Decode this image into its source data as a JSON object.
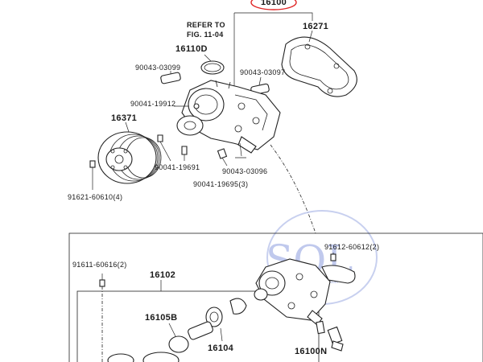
{
  "colors": {
    "highlight": "#e02424",
    "logo": "#b6c0ea",
    "line": "#222222"
  },
  "header_code": "16100",
  "refer_note": [
    "REFER TO",
    "FIG. 11-04"
  ],
  "labels": {
    "p16271": "16271",
    "p16110d": "16110D",
    "p90043_03099": "90043-03099",
    "p90043_03097": "90043-03097",
    "p90041_19912": "90041-19912",
    "p16371": "16371",
    "p90041_19691": "90041-19691",
    "p90043_03096": "90043-03096",
    "p90041_19695": "90041-19695(3)",
    "p91621_60610": "91621-60610(4)",
    "p91612_60612": "91612-60612(2)",
    "p91611_60616": "91611-60616(2)",
    "p16102": "16102",
    "p16105b": "16105B",
    "p16104": "16104",
    "p16100n": "16100N"
  },
  "logo": {
    "text": "SQL",
    "subtitle": "www.sql-parts.com"
  }
}
